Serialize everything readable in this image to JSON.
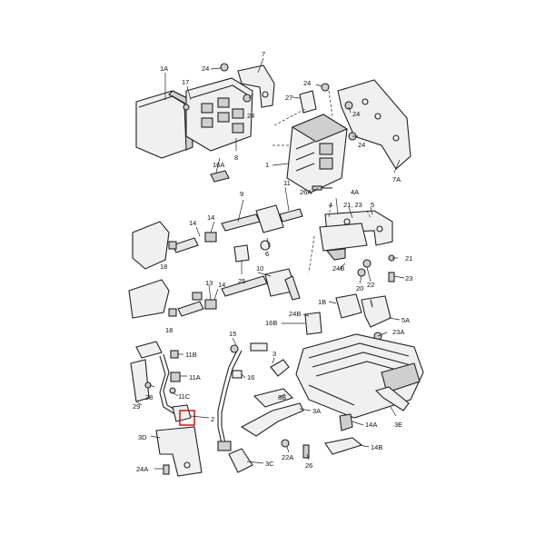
{
  "labels": {
    "l1A": "1A",
    "l17": "17",
    "l24a": "24",
    "l7": "7",
    "l24b": "24",
    "l27": "27",
    "l24c": "24",
    "l24d": "24",
    "l16A": "16A",
    "l8": "8",
    "l1": "1",
    "l24e": "24",
    "l7A": "7A",
    "l26A": "26A",
    "l4A": "4A",
    "l4": "4",
    "l2123": "21, 23",
    "l5": "5",
    "l9": "9",
    "l11": "11",
    "l14a": "14",
    "l14b": "14",
    "l6": "6",
    "l21": "21",
    "l18a": "18",
    "l24B": "24B",
    "l20": "20",
    "l22": "22",
    "l23": "23",
    "l25": "25",
    "l10": "10",
    "l13": "13",
    "l14c": "14",
    "l1B": "1B",
    "l24Bb": "24B",
    "l5A": "5A",
    "l16B": "16B",
    "l18b": "18",
    "l23A": "23A",
    "l15": "15",
    "l11B": "11B",
    "l3": "3",
    "l11A": "11A",
    "l16": "16",
    "l28": "28",
    "l11C": "11C",
    "l3B": "3B",
    "l29": "29",
    "l3A": "3A",
    "l2": "2",
    "l14A": "14A",
    "l3E": "3E",
    "l3D": "3D",
    "l14B": "14B",
    "l22A": "22A",
    "l24A": "24A",
    "l3C": "3C",
    "l26": "26"
  },
  "colors": {
    "line": "#222222",
    "fill": "#f0f0f0",
    "highlight": "#d40000"
  }
}
